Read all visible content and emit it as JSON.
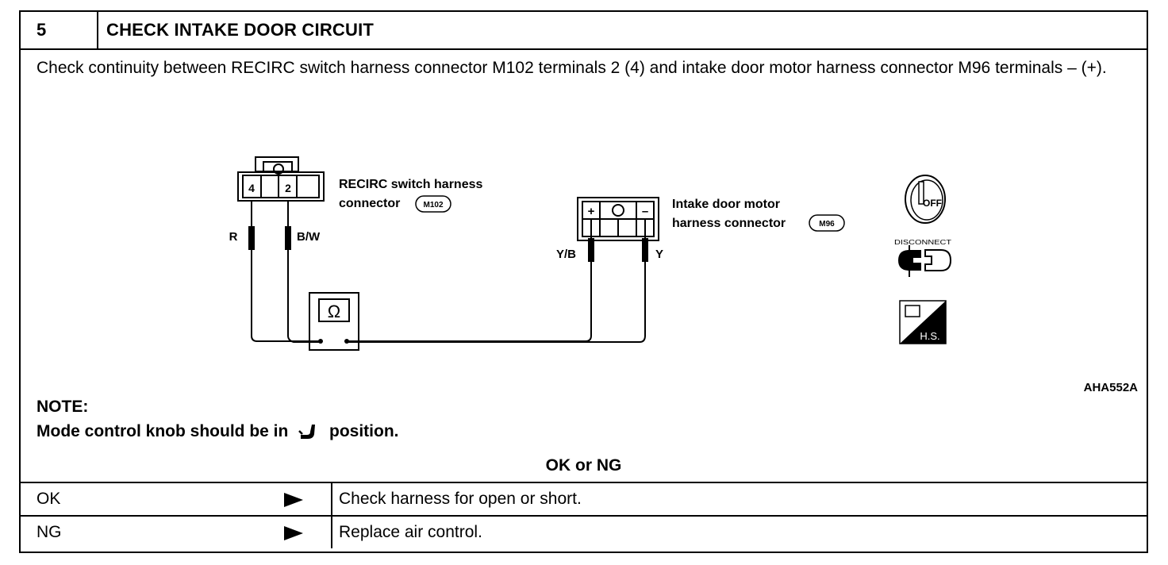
{
  "step": {
    "number": "5",
    "title": "CHECK INTAKE DOOR CIRCUIT"
  },
  "description": "Check continuity between RECIRC switch harness connector M102 terminals 2 (4) and intake door motor harness connector M96 terminals – (+).",
  "diagram": {
    "recirc_label_1": "RECIRC switch harness",
    "recirc_label_2": "connector",
    "recirc_badge": "M102",
    "recirc_term_a": "4",
    "recirc_term_b": "2",
    "wire_r": "R",
    "wire_bw": "B/W",
    "motor_label_1": "Intake door motor",
    "motor_label_2": "harness connector",
    "motor_badge": "M96",
    "motor_term_plus": "+",
    "motor_term_minus": "–",
    "wire_yb": "Y/B",
    "wire_y": "Y",
    "meter_symbol": "Ω",
    "ignition_icon_text": "OFF",
    "disconnect_text": "DISCONNECT",
    "hs_text": "H.S.",
    "figure_code": "AHA552A"
  },
  "note": {
    "heading": "NOTE:",
    "text_before": "Mode control knob should be in",
    "text_after": "position."
  },
  "result_header": "OK or NG",
  "results": [
    {
      "label": "OK",
      "action": "Check harness for open or short."
    },
    {
      "label": "NG",
      "action": "Replace air control."
    }
  ]
}
